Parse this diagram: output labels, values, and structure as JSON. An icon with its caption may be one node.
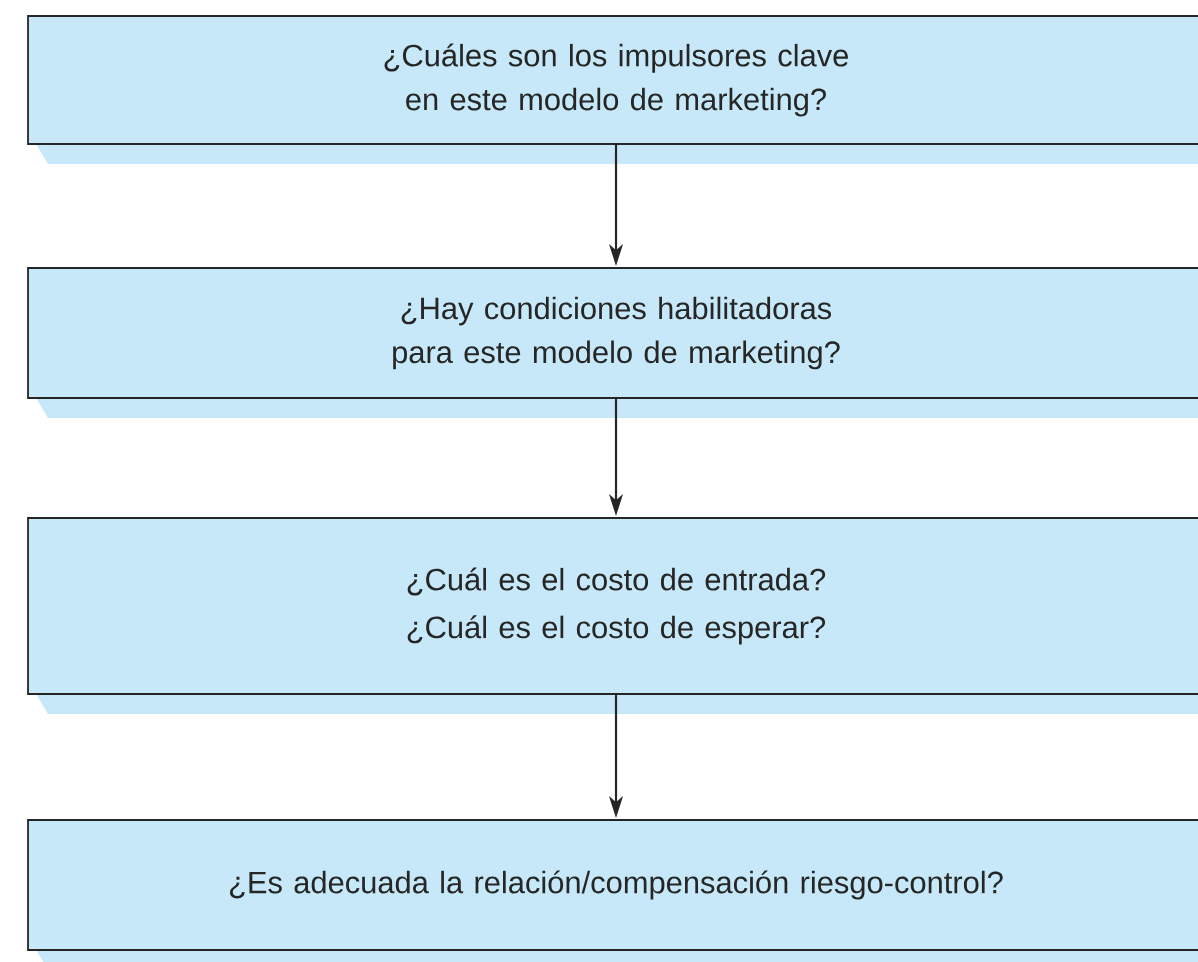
{
  "diagram": {
    "nodes": [
      {
        "text": [
          "¿Cuáles son los impulsores clave en este modelo de marketing?"
        ]
      },
      {
        "text": [
          "¿Hay condiciones habilitadoras para este modelo de marketing?"
        ]
      },
      {
        "text": [
          "¿Cuál es el costo de entrada?",
          "¿Cuál es el costo de esperar?"
        ]
      },
      {
        "text": [
          "¿Es adecuada la relación/compensación riesgo-control?"
        ]
      }
    ],
    "edges": [
      {
        "from": 0,
        "to": 1,
        "arrow": "to"
      },
      {
        "from": 1,
        "to": 2,
        "arrow": "to"
      },
      {
        "from": 2,
        "to": 3,
        "arrow": "to"
      }
    ]
  }
}
